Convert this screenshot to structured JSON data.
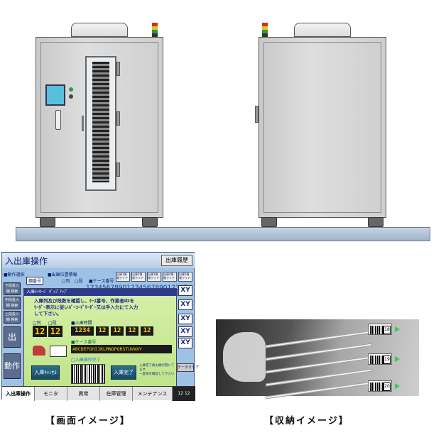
{
  "screen": {
    "title": "入出庫操作",
    "history_button": "出庫履歴",
    "operation_select": "■動作選択",
    "position_info": "■出庫位置情報",
    "select_label": "棚番号",
    "column_label": "□列",
    "row_label": "□段",
    "case_label": "■ケース番号",
    "info_buttons": [
      "出庫1情報クリア",
      "出庫2情報クリア",
      "出庫3情報クリア",
      "出庫4情報クリア",
      "出庫5情報クリア"
    ],
    "side_buttons": [
      "下段投入棚 検索",
      "中段投入棚 検索",
      "上段投入棚 検索"
    ],
    "xy_labels": [
      "XY",
      "XY",
      "XY",
      "XY",
      "XY"
    ],
    "clear_button": "データクリア",
    "digits_strip": "1234567890123456789012345",
    "dialog": {
      "header": "入庫ﾒｯｾｰｼﾞ ﾎﾟｯﾌﾟｱｯﾌﾟ",
      "message_line1": "入庫列及び段数を確認し、ｹｰｽ番号、作業者IDを",
      "message_line2": "ﾘｰﾀﾞｰ表示に従いﾊﾞｰｺｰﾄﾞﾘｰﾀﾞｰ又は手入力にて入力",
      "message_line3": "して下さい。",
      "col_check": "□列",
      "row_check": "□段",
      "time_label": "■入庫時間",
      "column_value": "12",
      "row_value": "12",
      "time_values": [
        "1234",
        "12",
        "12",
        "12",
        "12"
      ],
      "case_label": "■ケース番号",
      "case_text": "ABCDEFGHIJKLMNOPQRSTUVWXY",
      "complete_check": "□入庫操作完了",
      "cancel_button": "入庫ｷｬﾝｾﾙ",
      "done_button": "入庫完了",
      "note": "入庫完了後も棚が開いてます\n一度扉を確認して下さい"
    },
    "left_big_buttons": [
      "出",
      "動作"
    ],
    "tabs": [
      "入出庫操作",
      "モニタ",
      "異常",
      "在庫管理",
      "メンテナンス"
    ],
    "clock": "12 12"
  },
  "photo": {
    "labels": [
      "18",
      "19",
      "20"
    ]
  },
  "captions": {
    "screen": "【画面イメージ】",
    "storage": "【収納イメージ】"
  },
  "colors": {
    "screen_bg": "#9ec1e6",
    "dialog_bg": "#c7e794",
    "header_blue": "#2a3b8f",
    "signal_red": "#d62c1c",
    "signal_yellow": "#e6c21a",
    "signal_green": "#2c9c3c"
  }
}
